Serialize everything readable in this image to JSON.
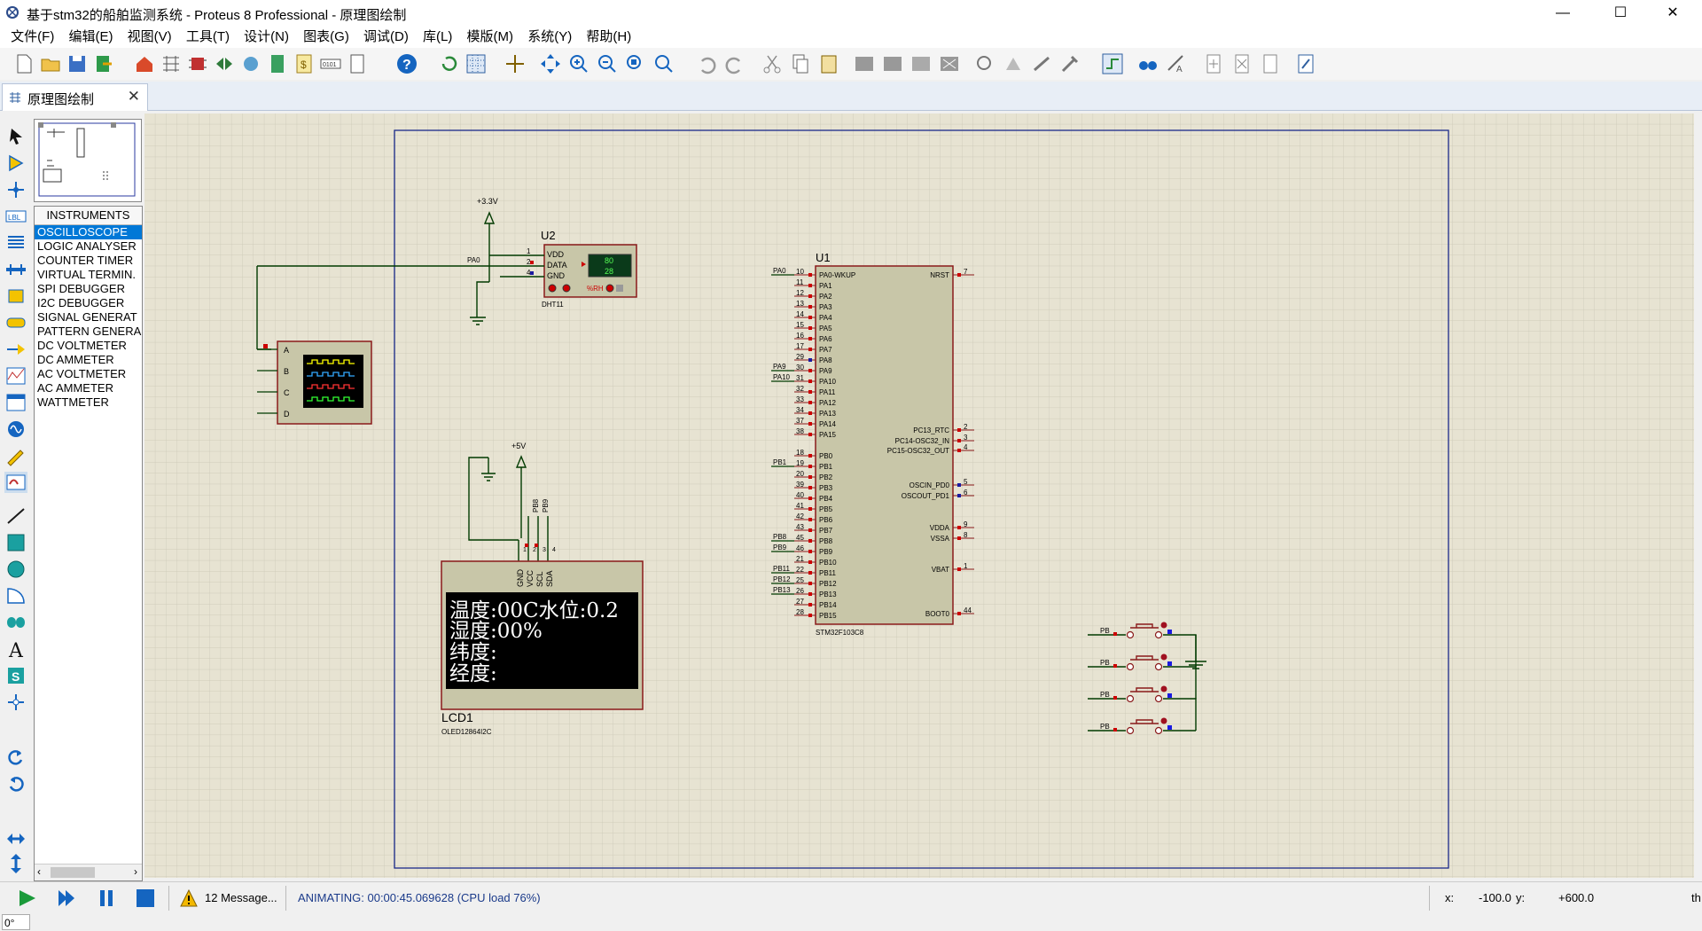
{
  "window": {
    "title": "基于stm32的船舶监测系统 - Proteus 8 Professional - 原理图绘制",
    "minimize": "—",
    "maximize": "☐",
    "close": "✕"
  },
  "menu": [
    "文件(F)",
    "编辑(E)",
    "视图(V)",
    "工具(T)",
    "设计(N)",
    "图表(G)",
    "调试(D)",
    "库(L)",
    "模版(M)",
    "系统(Y)",
    "帮助(H)"
  ],
  "tab": {
    "label": "原理图绘制",
    "close": "✕"
  },
  "left_tools": {
    "angle": "0°"
  },
  "instruments": {
    "header": "INSTRUMENTS",
    "items": [
      "OSCILLOSCOPE",
      "LOGIC ANALYSER",
      "COUNTER TIMER",
      "VIRTUAL TERMIN.",
      "SPI DEBUGGER",
      "I2C DEBUGGER",
      "SIGNAL GENERAT",
      "PATTERN GENERA",
      "DC VOLTMETER",
      "DC AMMETER",
      "AC VOLTMETER",
      "AC AMMETER",
      "WATTMETER"
    ],
    "selected": 0
  },
  "schematic": {
    "u2": {
      "ref": "U2",
      "part": "DHT11",
      "pins": [
        "VDD",
        "DATA",
        "GND"
      ],
      "pin_nums": [
        "1",
        "2",
        "4"
      ],
      "display_top": "80",
      "display_bottom": "28",
      "rh": "%RH",
      "net": "PA0"
    },
    "power_33": "+3.3V",
    "power_5": "+5V",
    "scope": {
      "channels": [
        "A",
        "B",
        "C",
        "D"
      ]
    },
    "lcd": {
      "ref": "LCD1",
      "part": "OLED12864I2C",
      "pins": [
        "GND",
        "VCC",
        "SCL",
        "SDA"
      ],
      "pin_nums": [
        "1",
        "2",
        "3",
        "4"
      ],
      "nets": [
        "PB8",
        "PB9"
      ],
      "lines": [
        "温度:00C水位:0.2",
        "湿度:00%",
        "纬度:",
        "经度:"
      ]
    },
    "u1": {
      "ref": "U1",
      "part": "STM32F103C8",
      "left_pins": [
        {
          "n": "10",
          "name": "PA0-WKUP",
          "net": "PA0"
        },
        {
          "n": "11",
          "name": "PA1",
          "net": ""
        },
        {
          "n": "12",
          "name": "PA2",
          "net": ""
        },
        {
          "n": "13",
          "name": "PA3",
          "net": ""
        },
        {
          "n": "14",
          "name": "PA4",
          "net": ""
        },
        {
          "n": "15",
          "name": "PA5",
          "net": ""
        },
        {
          "n": "16",
          "name": "PA6",
          "net": ""
        },
        {
          "n": "17",
          "name": "PA7",
          "net": ""
        },
        {
          "n": "29",
          "name": "PA8",
          "net": ""
        },
        {
          "n": "30",
          "name": "PA9",
          "net": "PA9"
        },
        {
          "n": "31",
          "name": "PA10",
          "net": "PA10"
        },
        {
          "n": "32",
          "name": "PA11",
          "net": ""
        },
        {
          "n": "33",
          "name": "PA12",
          "net": ""
        },
        {
          "n": "34",
          "name": "PA13",
          "net": ""
        },
        {
          "n": "37",
          "name": "PA14",
          "net": ""
        },
        {
          "n": "38",
          "name": "PA15",
          "net": ""
        },
        {
          "n": "18",
          "name": "PB0",
          "net": ""
        },
        {
          "n": "19",
          "name": "PB1",
          "net": "PB1"
        },
        {
          "n": "20",
          "name": "PB2",
          "net": ""
        },
        {
          "n": "39",
          "name": "PB3",
          "net": ""
        },
        {
          "n": "40",
          "name": "PB4",
          "net": ""
        },
        {
          "n": "41",
          "name": "PB5",
          "net": ""
        },
        {
          "n": "42",
          "name": "PB6",
          "net": ""
        },
        {
          "n": "43",
          "name": "PB7",
          "net": ""
        },
        {
          "n": "45",
          "name": "PB8",
          "net": "PB8"
        },
        {
          "n": "46",
          "name": "PB9",
          "net": "PB9"
        },
        {
          "n": "21",
          "name": "PB10",
          "net": ""
        },
        {
          "n": "22",
          "name": "PB11",
          "net": "PB11"
        },
        {
          "n": "25",
          "name": "PB12",
          "net": "PB12"
        },
        {
          "n": "26",
          "name": "PB13",
          "net": "PB13"
        },
        {
          "n": "27",
          "name": "PB14",
          "net": ""
        },
        {
          "n": "28",
          "name": "PB15",
          "net": ""
        }
      ],
      "right_pins": [
        {
          "n": "7",
          "name": "NRST"
        },
        {
          "n": "2",
          "name": "PC13_RTC"
        },
        {
          "n": "3",
          "name": "PC14-OSC32_IN"
        },
        {
          "n": "4",
          "name": "PC15-OSC32_OUT"
        },
        {
          "n": "5",
          "name": "OSCIN_PD0"
        },
        {
          "n": "6",
          "name": "OSCOUT_PD1"
        },
        {
          "n": "9",
          "name": "VDDA"
        },
        {
          "n": "8",
          "name": "VSSA"
        },
        {
          "n": "1",
          "name": "VBAT"
        },
        {
          "n": "44",
          "name": "BOOT0"
        }
      ]
    },
    "buttons": [
      "PB",
      "PB",
      "PB",
      "PB"
    ]
  },
  "status": {
    "messages": "12 Message...",
    "animating": "ANIMATING: 00:00:45.069628 (CPU load 76%)",
    "x_label": "x:",
    "x_value": "-100.0",
    "y_label": "y:",
    "y_value": "+600.0",
    "units": "th"
  }
}
